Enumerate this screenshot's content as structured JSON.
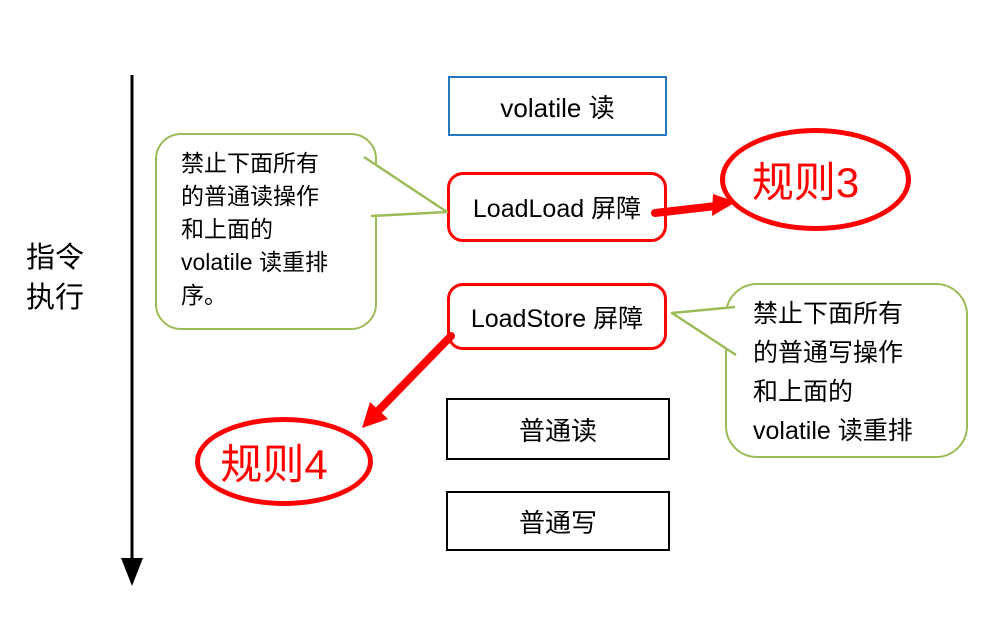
{
  "diagram": {
    "axis_label": {
      "line1": "指令",
      "line2": "执行"
    },
    "boxes": {
      "volatile_read": "volatile 读",
      "loadload_barrier": "LoadLoad 屏障",
      "loadstore_barrier": "LoadStore 屏障",
      "normal_read": "普通读",
      "normal_write": "普通写"
    },
    "rules": {
      "rule3": "规则3",
      "rule4": "规则4"
    },
    "bubble_left": {
      "lines": [
        "禁止下面所有",
        "的普通读操作",
        "和上面的",
        "volatile 读重排",
        "序。"
      ]
    },
    "bubble_right": {
      "lines": [
        "禁止下面所有",
        "的普通写操作",
        "和上面的",
        "volatile 读重排"
      ]
    },
    "colors": {
      "barrier_red": "#fe0000",
      "bubble_green": "#9bbb59",
      "volatile_blue": "#2578be",
      "plain_black": "#000000"
    }
  }
}
